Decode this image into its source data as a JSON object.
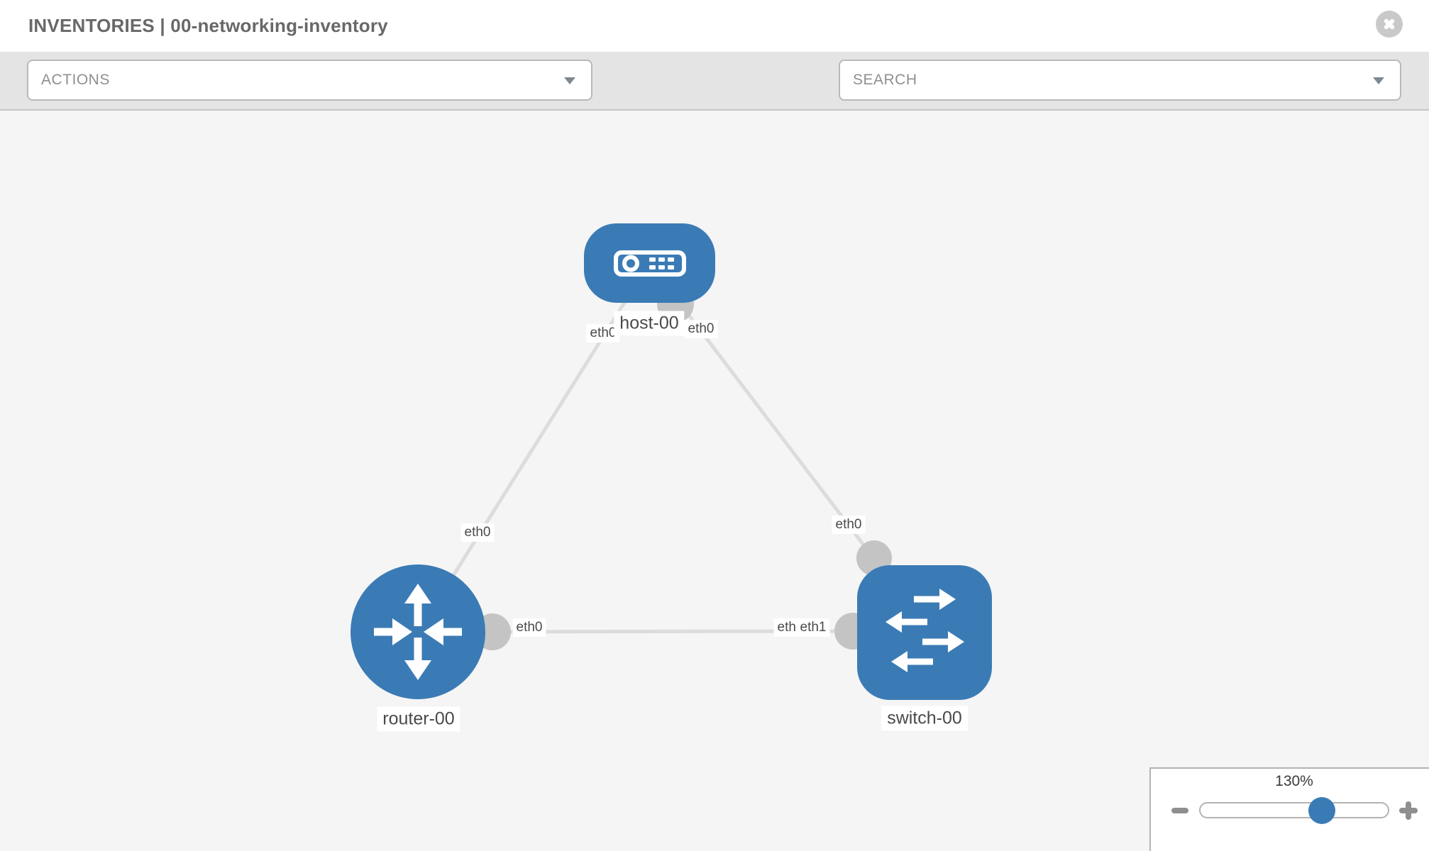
{
  "header": {
    "title": "INVENTORIES | 00-networking-inventory"
  },
  "toolbar": {
    "actions": {
      "label": "ACTIONS"
    },
    "search": {
      "placeholder": "SEARCH"
    },
    "icons": {
      "wrench": "wrench-icon",
      "key": "key-icon",
      "caret": "chevron-down-icon",
      "close": "close-icon"
    }
  },
  "topology": {
    "nodes": [
      {
        "label": "host-00",
        "type": "host"
      },
      {
        "label": "router-00",
        "type": "router"
      },
      {
        "label": "switch-00",
        "type": "switch"
      }
    ],
    "links": [
      {
        "from": "host-00",
        "to": "router-00"
      },
      {
        "from": "host-00",
        "to": "switch-00"
      },
      {
        "from": "router-00",
        "to": "switch-00"
      }
    ],
    "iface_labels": [
      {
        "text": "eth0",
        "node": "host-00",
        "link": "host-00→router-00"
      },
      {
        "text": "eth0",
        "node": "host-00",
        "link": "host-00→switch-00"
      },
      {
        "text": "eth0",
        "node": "router-00",
        "link": "host-00→router-00"
      },
      {
        "text": "eth0",
        "node": "router-00",
        "link": "router-00→switch-00"
      },
      {
        "text": "eth0",
        "node": "switch-00",
        "link": "host-00→switch-00"
      },
      {
        "text": "eth0",
        "node": "switch-00",
        "link": "router-00→switch-00"
      },
      {
        "text": "eth1",
        "node": "switch-00",
        "link": "router-00→switch-00"
      }
    ]
  },
  "zoom_control": {
    "level": "130%",
    "slider_percent": 65,
    "minus_icon": "minus-icon",
    "plus_icon": "plus-icon"
  },
  "colors": {
    "node_blue": "#3b7bb5",
    "link_gray": "#dcdcdc",
    "port_gray": "#c4c4c4",
    "toolbar_gray": "#e4e4e4",
    "canvas_gray": "#f5f5f5"
  }
}
